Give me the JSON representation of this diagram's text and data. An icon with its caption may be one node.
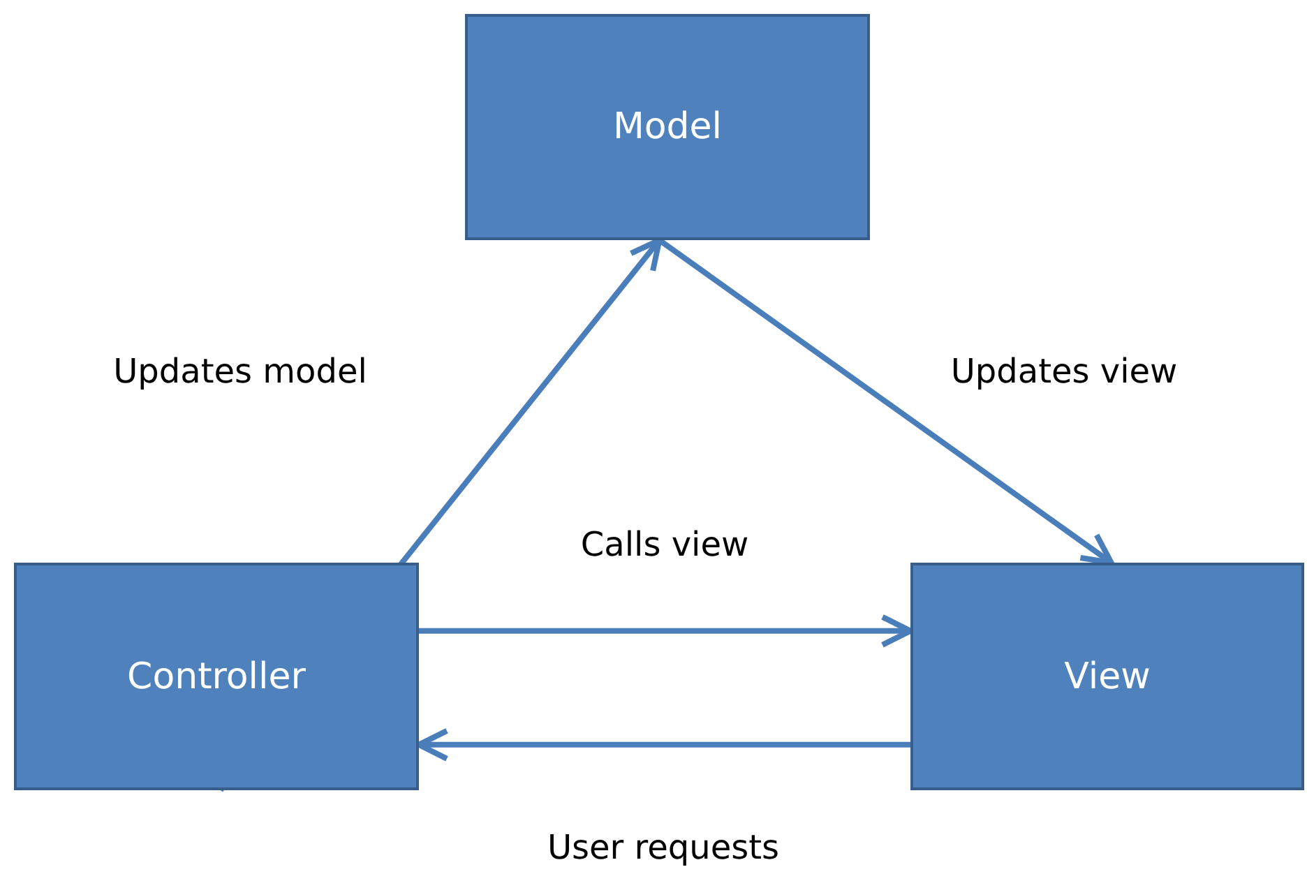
{
  "diagram": {
    "nodes": [
      {
        "text": [
          "Model"
        ]
      },
      {
        "text": [
          "Controller"
        ]
      },
      {
        "text": [
          "View"
        ]
      }
    ],
    "edges": [
      {
        "from": 1,
        "to": 0,
        "arrow": "to",
        "label": "Updates model"
      },
      {
        "from": 0,
        "to": 2,
        "arrow": "to",
        "label": "Updates view"
      },
      {
        "from": 1,
        "to": 2,
        "arrow": "to",
        "label": "Calls view"
      },
      {
        "from": 2,
        "to": 1,
        "arrow": "to",
        "label": "User requests"
      }
    ]
  }
}
